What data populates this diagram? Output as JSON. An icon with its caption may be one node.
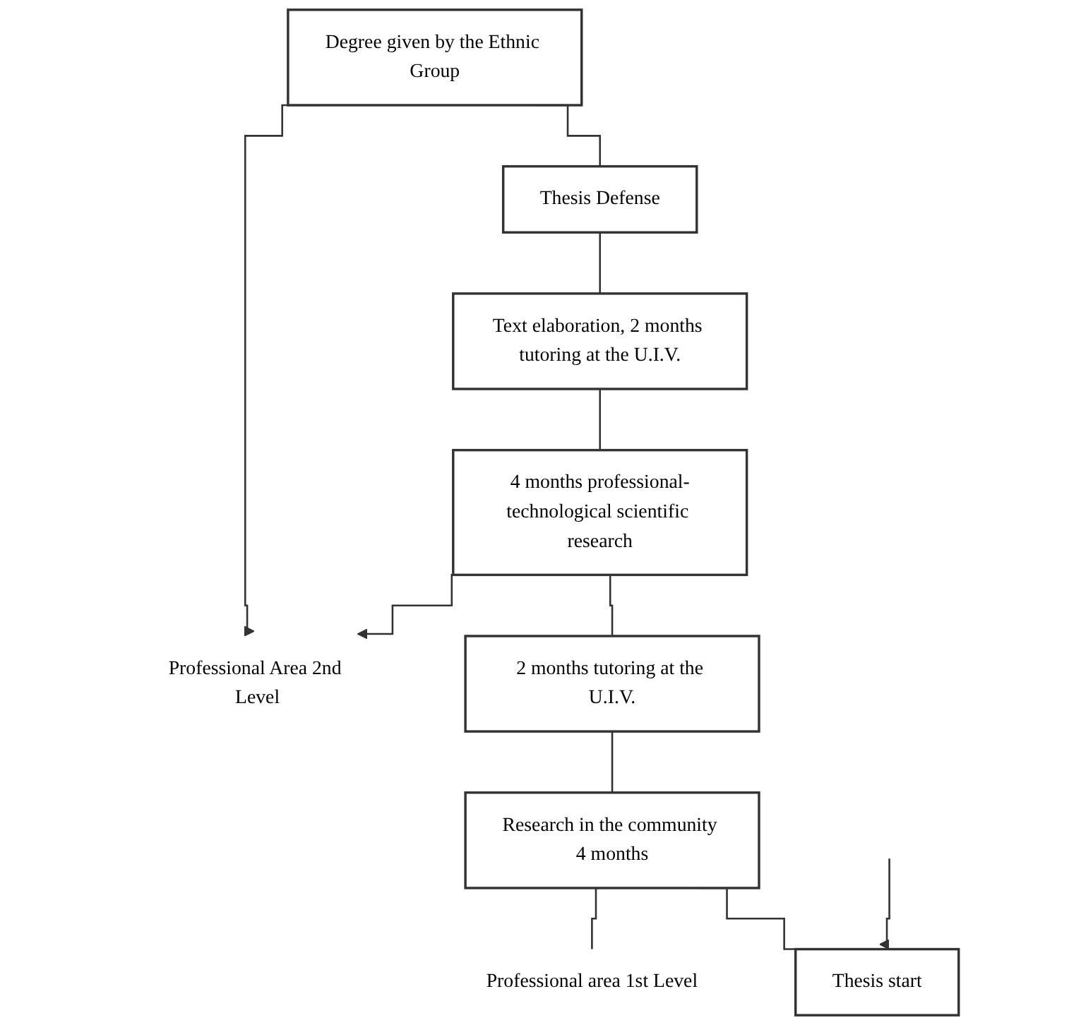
{
  "diagram": {
    "nodes": [
      {
        "text": [
          "Degree given by the Ethnic Group"
        ]
      },
      {
        "text": [
          "Thesis Defense"
        ]
      },
      {
        "text": [
          "Text elaboration, 2 months tutoring at the U.I.V."
        ]
      },
      {
        "text": [
          "Professional Area 2nd Level"
        ]
      },
      {
        "text": [
          "4 months professional-technological scientific research"
        ]
      },
      {
        "text": [
          "2 months tutoring at the U.I.V."
        ]
      },
      {
        "text": [
          "Research in the community 4 months"
        ]
      },
      {
        "text": [
          "Professional area 1st Level"
        ]
      },
      {
        "text": [
          "Thesis start"
        ]
      }
    ],
    "edges": [
      {
        "from": 0,
        "to": 1,
        "arrow": "none"
      },
      {
        "from": 0,
        "to": 3,
        "arrow": "to"
      },
      {
        "from": 1,
        "to": 2,
        "arrow": "none"
      },
      {
        "from": 2,
        "to": 4,
        "arrow": "none"
      },
      {
        "from": 4,
        "to": 3,
        "arrow": "to"
      },
      {
        "from": 4,
        "to": 5,
        "arrow": "none"
      },
      {
        "from": 5,
        "to": 6,
        "arrow": "none"
      },
      {
        "from": 6,
        "to": 7,
        "arrow": "none"
      },
      {
        "from": 6,
        "to": 8,
        "arrow": "none"
      },
      {
        "from": null,
        "to": 8,
        "arrow": "to"
      }
    ]
  }
}
